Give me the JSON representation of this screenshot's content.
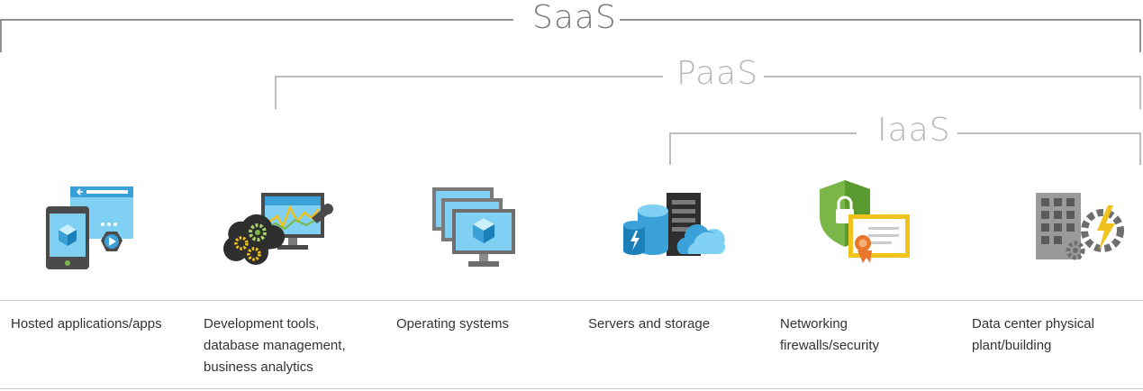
{
  "tiers": {
    "saas": "SaaS",
    "paas": "PaaS",
    "iaas": "IaaS"
  },
  "columns": [
    {
      "icon": "app-devices-icon",
      "lines": [
        "Hosted applications/apps"
      ]
    },
    {
      "icon": "dev-tools-icon",
      "lines": [
        "Development tools,",
        "database management,",
        "business analytics"
      ]
    },
    {
      "icon": "virtual-machines-icon",
      "lines": [
        "Operating systems"
      ]
    },
    {
      "icon": "storage-server-icon",
      "lines": [
        "Servers and storage"
      ]
    },
    {
      "icon": "security-certificate-icon",
      "lines": [
        "Networking",
        "firewalls/security"
      ]
    },
    {
      "icon": "datacenter-building-icon",
      "lines": [
        "Data center physical",
        "plant/building"
      ]
    }
  ],
  "colors": {
    "azure_blue": "#3aa0d8",
    "light_blue": "#7fd0f2",
    "dark_gray": "#4a4a4a",
    "green": "#7ab648",
    "gold": "#f2c21c",
    "orange": "#e8762b"
  }
}
